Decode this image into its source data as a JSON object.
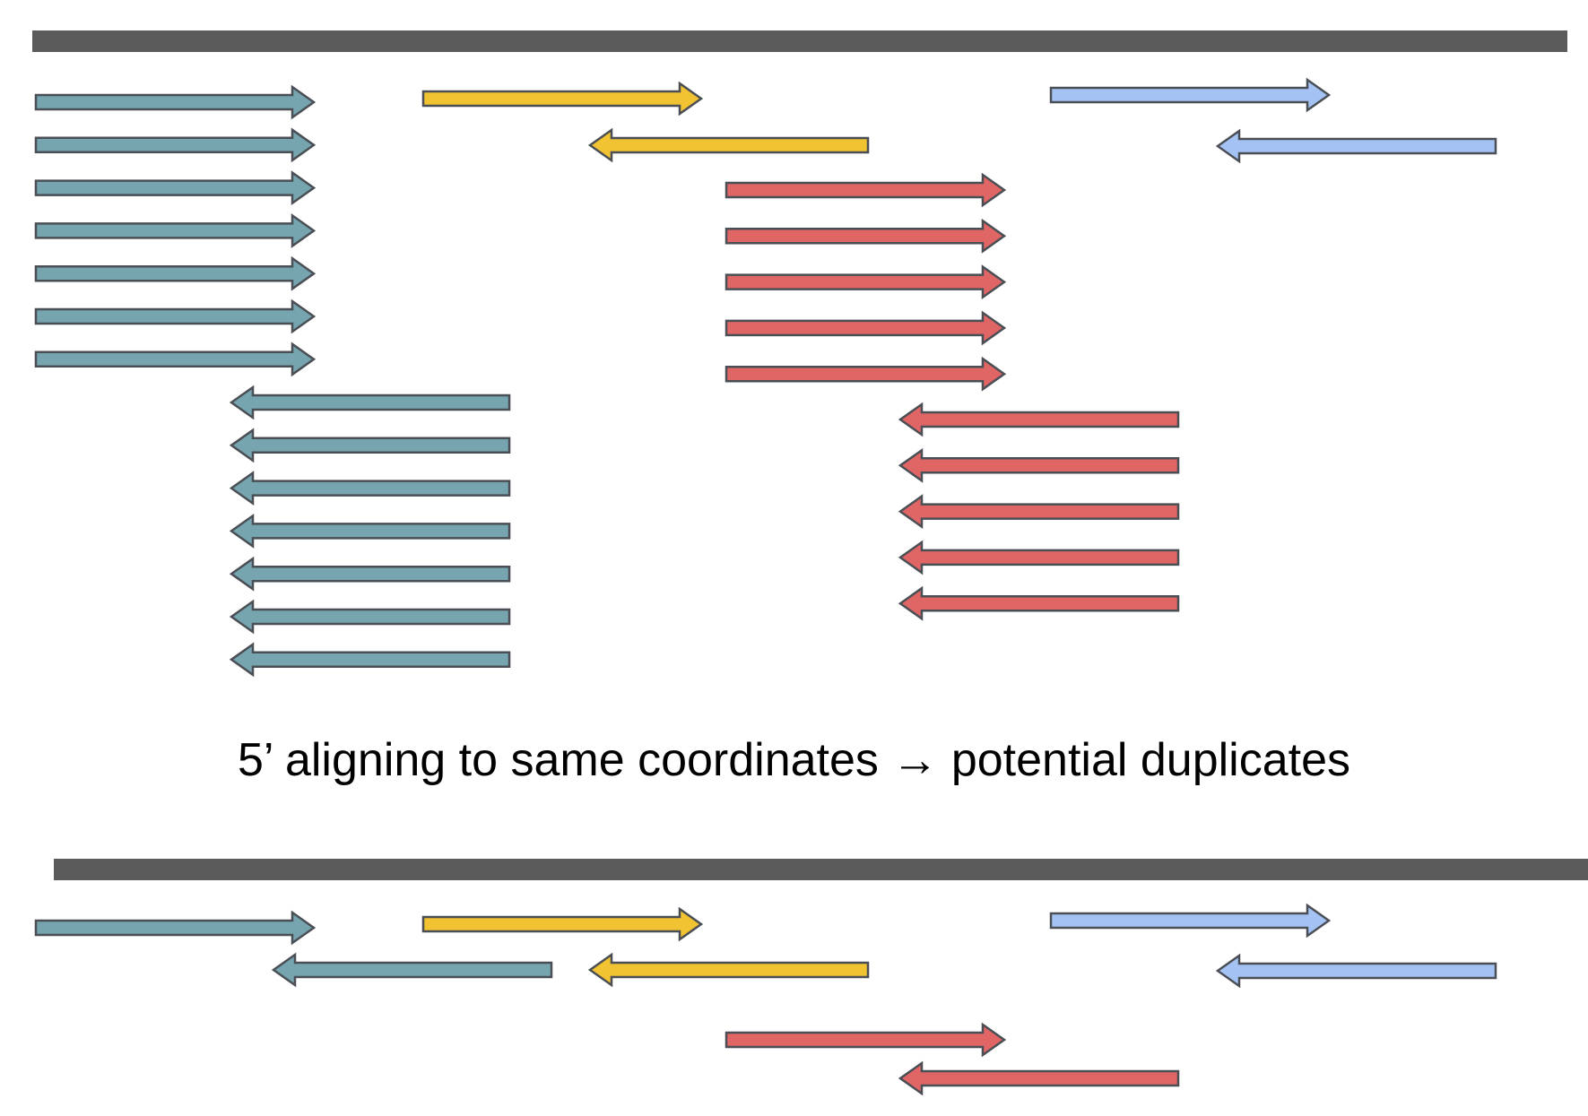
{
  "caption": "5’ aligning to same coordinates → potential duplicates",
  "colors": {
    "reference": "#5b5b5b",
    "outline": "#4a4f55",
    "teal": "#76a5af",
    "yellow": "#f1c232",
    "blue": "#a4c2f4",
    "red": "#e06666"
  },
  "top_panel": {
    "reads": [
      {
        "group": "teal",
        "strand": "forward",
        "count": 7
      },
      {
        "group": "teal",
        "strand": "reverse",
        "count": 7
      },
      {
        "group": "yellow",
        "strand": "forward",
        "count": 1
      },
      {
        "group": "yellow",
        "strand": "reverse",
        "count": 1
      },
      {
        "group": "red",
        "strand": "forward",
        "count": 5
      },
      {
        "group": "red",
        "strand": "reverse",
        "count": 5
      },
      {
        "group": "blue",
        "strand": "forward",
        "count": 1
      },
      {
        "group": "blue",
        "strand": "reverse",
        "count": 1
      }
    ]
  },
  "bottom_panel": {
    "reads": [
      {
        "group": "teal",
        "strand": "forward",
        "count": 1
      },
      {
        "group": "teal",
        "strand": "reverse",
        "count": 1
      },
      {
        "group": "yellow",
        "strand": "forward",
        "count": 1
      },
      {
        "group": "yellow",
        "strand": "reverse",
        "count": 1
      },
      {
        "group": "red",
        "strand": "forward",
        "count": 1
      },
      {
        "group": "red",
        "strand": "reverse",
        "count": 1
      },
      {
        "group": "blue",
        "strand": "forward",
        "count": 1
      },
      {
        "group": "blue",
        "strand": "reverse",
        "count": 1
      }
    ]
  }
}
